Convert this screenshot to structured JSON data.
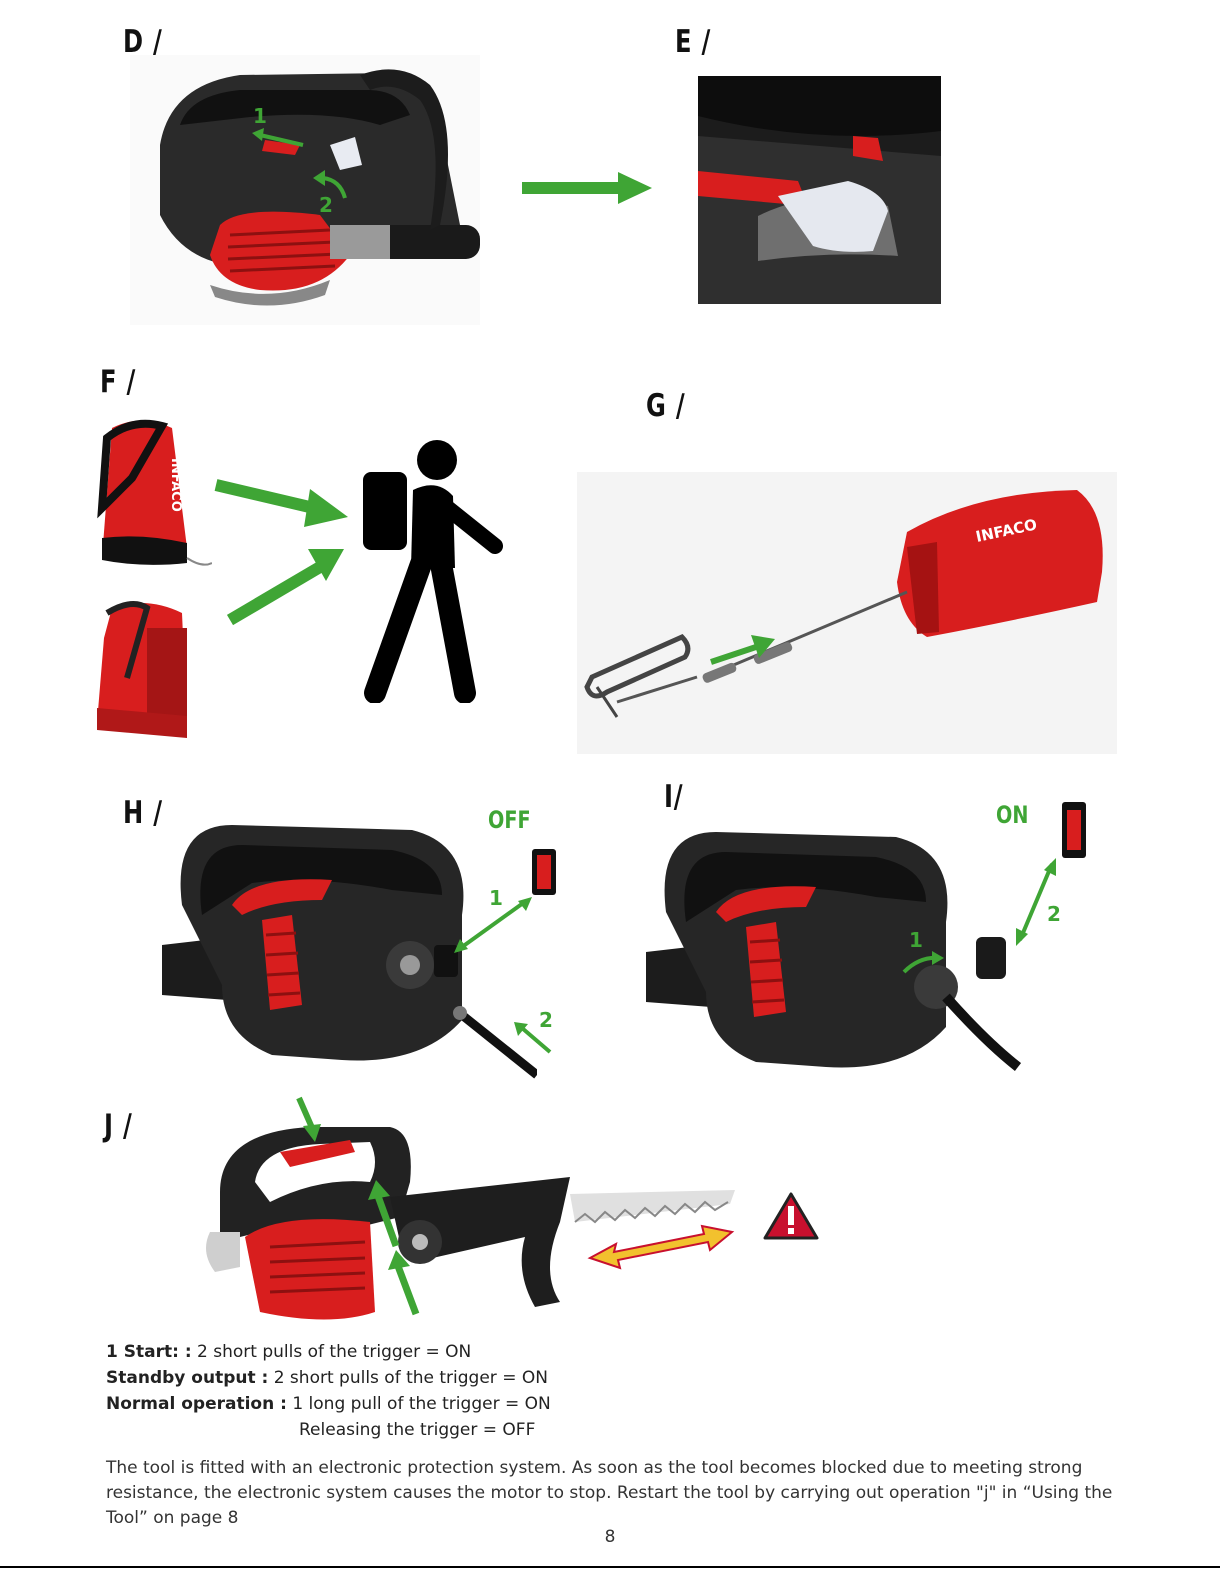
{
  "sections": {
    "d": "D /",
    "e": "E /",
    "f": "F /",
    "g": "G /",
    "h": "H /",
    "i": "I/",
    "j": "J /"
  },
  "labels": {
    "off": "OFF",
    "on": "ON",
    "d_step1": "1",
    "d_step2": "2",
    "h_step1": "1",
    "h_step2": "2",
    "i_step1": "1",
    "i_step2": "2"
  },
  "brand": {
    "harness_text": "INFACO",
    "battery_text": "INFACO"
  },
  "instructions": [
    {
      "term": "1 Start: :",
      "text": " 2 short pulls of the trigger = ON"
    },
    {
      "term": "Standby output :",
      "text": " 2 short pulls of the trigger = ON"
    },
    {
      "term": "Normal operation :",
      "text": " 1 long pull of the trigger = ON"
    },
    {
      "term": "",
      "text": "Releasing the trigger = OFF"
    }
  ],
  "paragraph": "The tool is fitted with an electronic protection system. As soon as the tool becomes blocked due to meeting strong resistance, the electronic system causes the motor to stop. Restart the tool by carrying out operation \"j\" in “Using the Tool” on page 8",
  "page_number": "8",
  "colors": {
    "green": "#3fa535",
    "red": "#d81e1e",
    "black": "#1c1c1c",
    "warning_red": "#c8102e",
    "saw_arrow": "#f2c12e"
  },
  "icons": [
    "arrow-icon",
    "walking-person-icon",
    "warning-icon"
  ]
}
